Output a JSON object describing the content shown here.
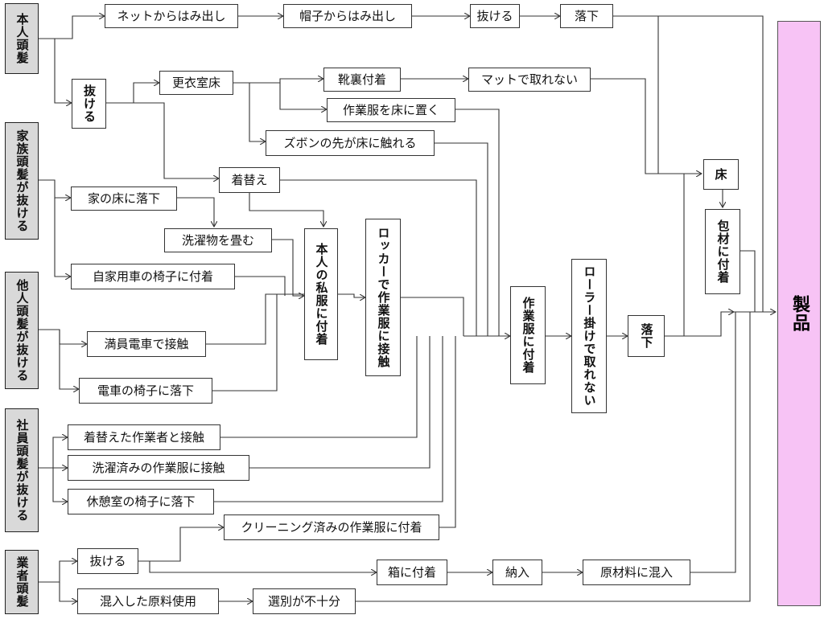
{
  "sources": {
    "self_hair": "本人頭髪",
    "family_hair": "家族頭髪が抜ける",
    "other_hair": "他人頭髪が抜ける",
    "employee_hair": "社員頭髪が抜ける",
    "vendor_hair": "業者頭髪"
  },
  "nodes": {
    "net_out": "ネットからはみ出し",
    "hat_out": "帽子からはみ出し",
    "falls_out_top": "抜ける",
    "drop_top": "落下",
    "falls_out": "抜ける",
    "changing_floor": "更衣室床",
    "shoe_sole": "靴裏付着",
    "mat_fail": "マットで取れない",
    "uniform_on_floor": "作業服を床に置く",
    "trouser_hem": "ズボンの先が床に触れる",
    "changing": "着替え",
    "home_floor": "家の床に落下",
    "folding_laundry": "洗濯物を畳む",
    "car_seat": "自家用車の椅子に付着",
    "crowded_train": "満員電車で接触",
    "train_seat": "電車の椅子に落下",
    "private_clothes": "本人の私服に付着",
    "locker_contact": "ロッカーで作業服に接触",
    "uniform_attach": "作業服に付着",
    "roller_fail": "ローラー掛けで取れない",
    "drop_mid": "落下",
    "floor": "床",
    "packaging": "包材に付着",
    "changed_worker": "着替えた作業者と接触",
    "washed_uniform": "洗濯済みの作業服に接触",
    "break_chair": "休憩室の椅子に落下",
    "cleaned_uniform": "クリーニング済みの作業服に付着",
    "vendor_falls_out": "抜ける",
    "box_attach": "箱に付着",
    "delivery": "納入",
    "raw_mix": "原材料に混入",
    "mixed_material": "混入した原料使用",
    "sorting_insufficient": "選別が不十分"
  },
  "product": "製品",
  "colors": {
    "source_fill": "#d9d9d9",
    "product_fill": "#f7c3f5",
    "line": "#333333"
  }
}
